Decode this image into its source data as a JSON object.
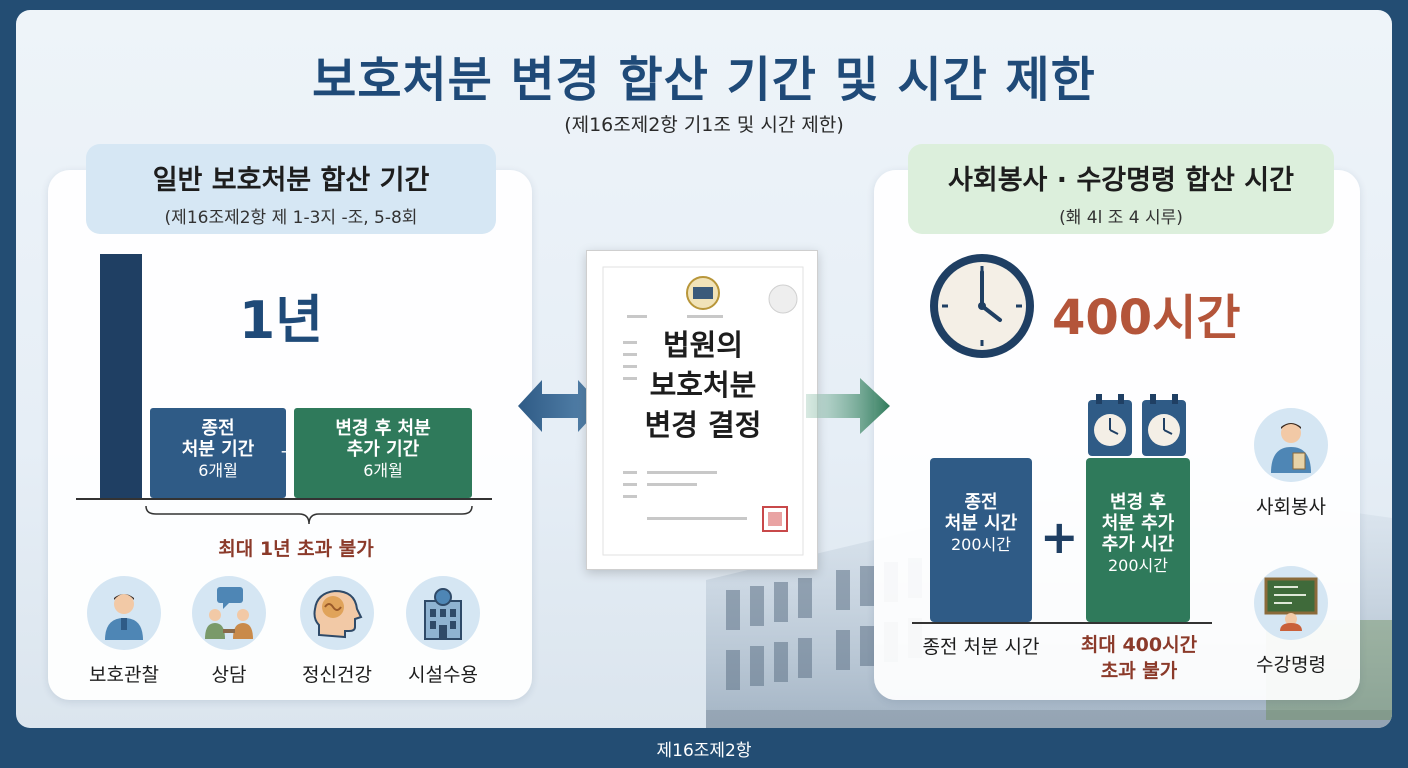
{
  "title": "보호처분 변경 합산 기간 및 시간 제한",
  "subtitle": "(제16조제2항 기1조 및 시간 제한)",
  "left": {
    "heading": "일반 보호처분 합산 기간",
    "subheading": "(제16조제2항 제 1-3지 -조, 5-8회",
    "total": "1년",
    "prev_box": {
      "label": "종전\n처분 기간",
      "value": "6개월"
    },
    "plus": "+",
    "add_box": {
      "label": "변경 후 처분\n추가 기간",
      "value": "6개월"
    },
    "limit": "최대 1년 초과 불가",
    "icons": [
      {
        "name": "probation-officer-icon",
        "label": "보호관찰"
      },
      {
        "name": "counseling-icon",
        "label": "상담"
      },
      {
        "name": "mental-health-icon",
        "label": "정신건강"
      },
      {
        "name": "facility-icon",
        "label": "시설수용"
      }
    ]
  },
  "center": {
    "document_title": "법원의\n보호처분\n변경 결정"
  },
  "right": {
    "heading": "사회봉사 · 수강명령 합산 시간",
    "subheading": "(홰 4l 조 4 시루)",
    "total": "400시간",
    "prev_box": {
      "label": "종전\n처분 시간",
      "value": "200시간"
    },
    "plus": "+",
    "add_box": {
      "label": "변경 후\n처분 추가\n추가 시간",
      "value": "200시간"
    },
    "prev_caption": "종전 처분 시간",
    "limit": "최대 400시간\n초과 불가",
    "icons": [
      {
        "name": "community-service-icon",
        "label": "사회봉사"
      },
      {
        "name": "lecture-icon",
        "label": "수강명령"
      }
    ]
  },
  "footer": "제16조제2항",
  "colors": {
    "navy": "#1f3f63",
    "blue_box": "#2f5b86",
    "green_box": "#2f7a5b",
    "accent_red": "#8b3a2a",
    "hours_orange": "#b4553a",
    "frame": "#234d73"
  }
}
